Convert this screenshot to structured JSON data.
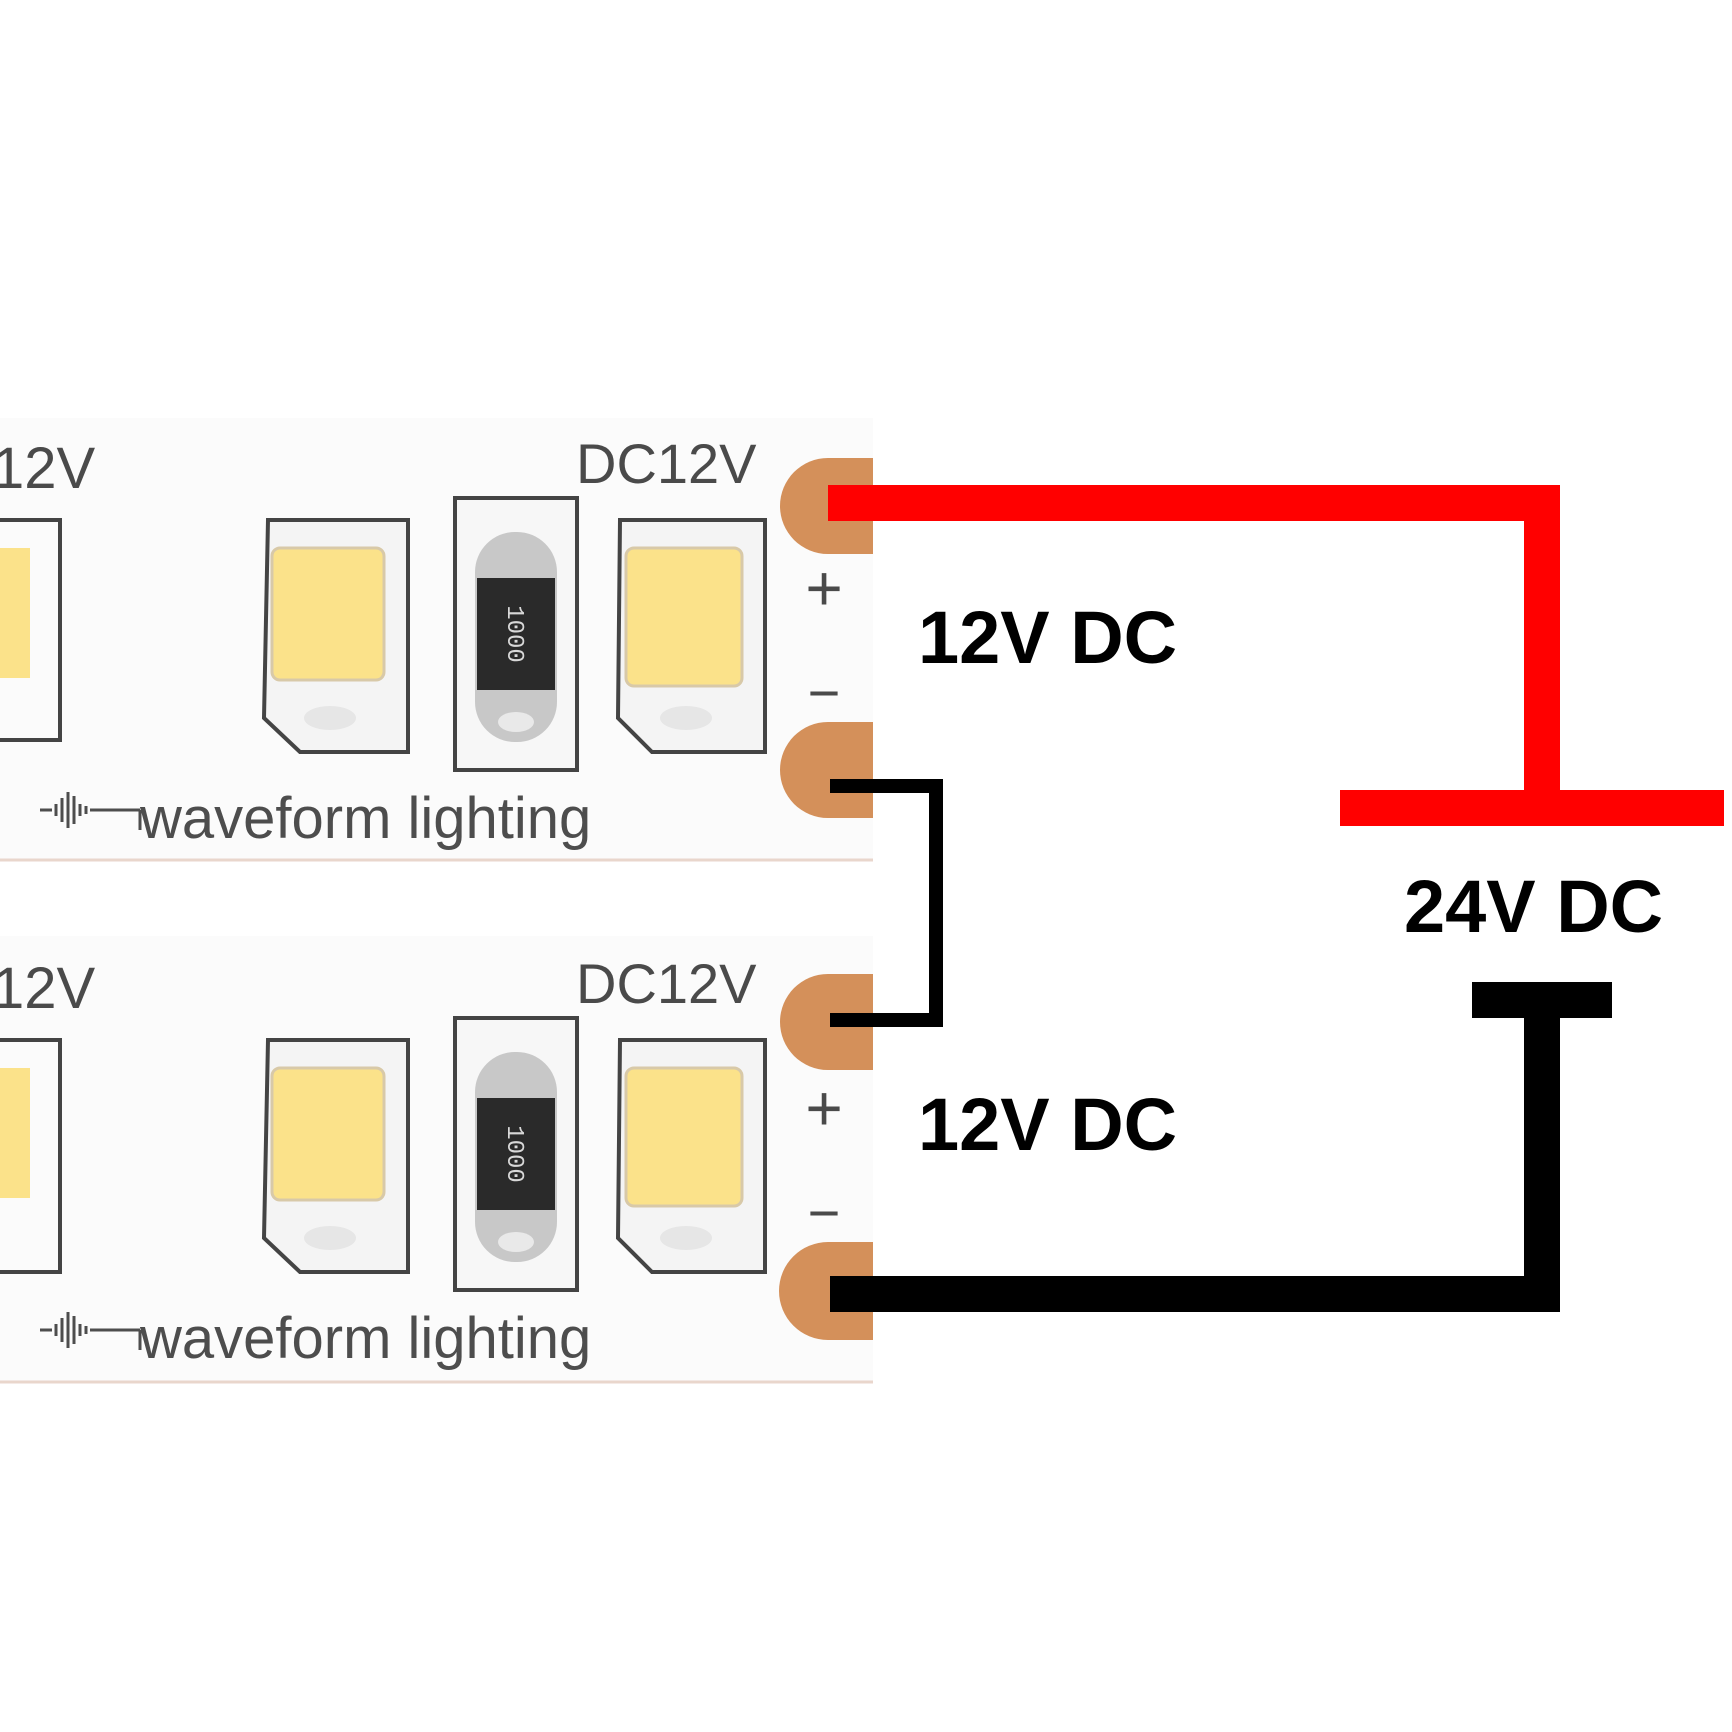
{
  "strips": [
    {
      "voltage_marking_left": "12V",
      "voltage_marking_right": "DC12V",
      "plus_symbol": "+",
      "minus_symbol": "−",
      "resistor_code": "1000",
      "brand": "waveform lighting"
    },
    {
      "voltage_marking_left": "12V",
      "voltage_marking_right": "DC12V",
      "plus_symbol": "+",
      "minus_symbol": "−",
      "resistor_code": "1000",
      "brand": "waveform lighting"
    }
  ],
  "labels": {
    "strip1_voltage": "12V DC",
    "strip2_voltage": "12V DC",
    "supply_voltage": "24V DC"
  },
  "colors": {
    "positive_wire": "#ff0000",
    "negative_wire": "#000000",
    "copper_pad": "#d4905a",
    "led_emitter": "#fbe28a"
  },
  "icons": {
    "brand_logo": "waveform-logo-icon",
    "supply_symbol": "battery-symbol-icon"
  }
}
